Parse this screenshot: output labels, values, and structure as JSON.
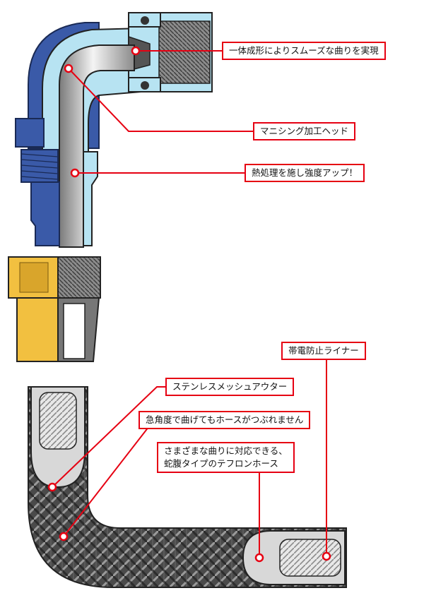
{
  "colors": {
    "accent": "#e60012",
    "anodized_blue": "#3a5aa8",
    "cutaway_light_blue": "#b7e3f2",
    "stainless_steel": "#c8c8c8",
    "brass_gold": "#f2c040",
    "braid_dark": "#3c3c3c"
  },
  "callouts": [
    {
      "id": "one-piece",
      "text": "一体成形によりスムーズな曲りを実現"
    },
    {
      "id": "machining-head",
      "text": "マニシング加工ヘッド"
    },
    {
      "id": "heat-treated",
      "text": "熱処理を施し強度アップ！"
    },
    {
      "id": "antistatic-liner",
      "text": "帯電防止ライナー"
    },
    {
      "id": "stainless-mesh",
      "text": "ステンレスメッシュアウター"
    },
    {
      "id": "no-kink",
      "text": "急角度で曲げてもホースがつぶれません"
    },
    {
      "id": "bellows-hose",
      "lines": [
        "さまざまな曲りに対応できる、",
        "蛇腹タイプのテフロンホース"
      ]
    }
  ]
}
